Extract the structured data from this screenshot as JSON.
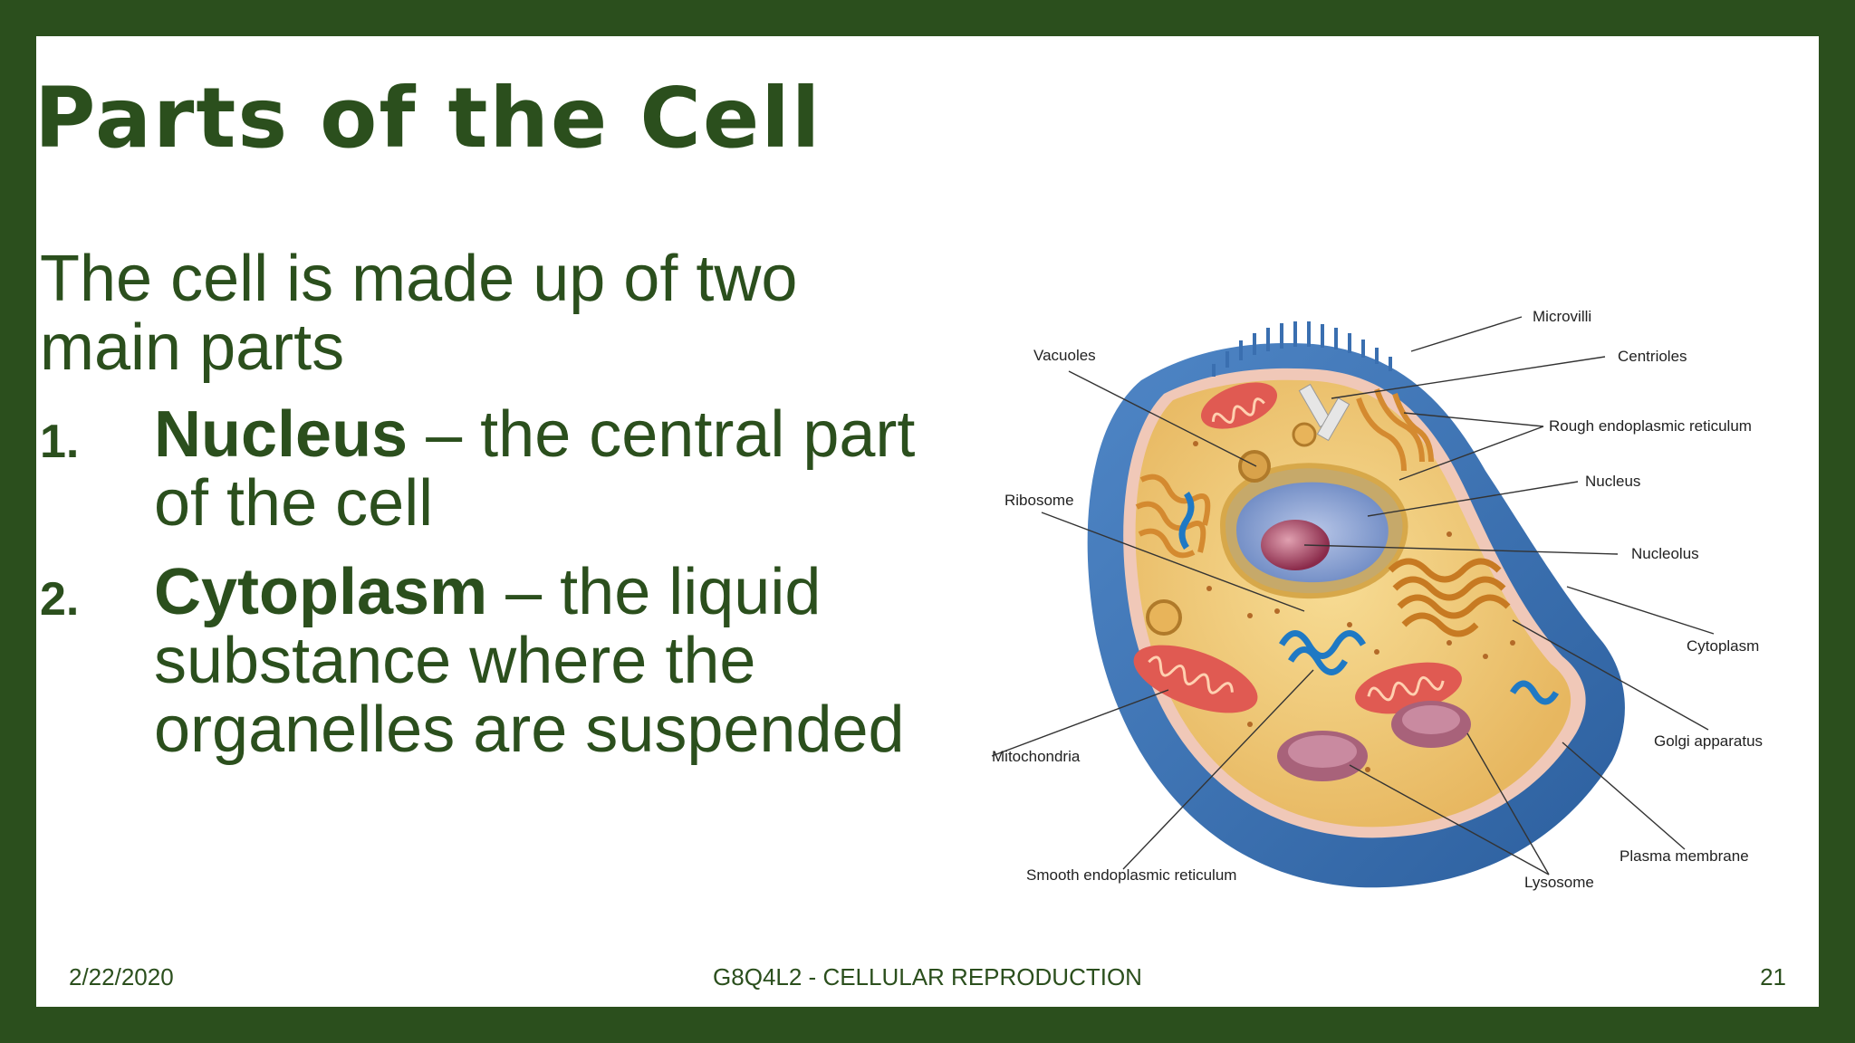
{
  "slide": {
    "title": "Parts of the Cell",
    "intro": "The cell is made up of two main parts",
    "items": [
      {
        "number": "1.",
        "term": "Nucleus",
        "description": " – the central part of the cell"
      },
      {
        "number": "2.",
        "term": "Cytoplasm",
        "description": " – the liquid substance where the organelles are suspended"
      }
    ]
  },
  "diagram": {
    "labels": {
      "microvilli": "Microvilli",
      "centrioles": "Centrioles",
      "rough_er": "Rough endoplasmic reticulum",
      "nucleus": "Nucleus",
      "nucleolus": "Nucleolus",
      "cytoplasm": "Cytoplasm",
      "golgi": "Golgi apparatus",
      "plasma_membrane": "Plasma membrane",
      "lysosome": "Lysosome",
      "smooth_er": "Smooth endoplasmic reticulum",
      "mitochondria": "Mitochondria",
      "ribosome": "Ribosome",
      "vacuoles": "Vacuoles"
    }
  },
  "footer": {
    "date": "2/22/2020",
    "course": "G8Q4L2 - CELLULAR REPRODUCTION",
    "page_number": "21"
  },
  "colors": {
    "border": "#2b4f1d",
    "text": "#2b4f1d",
    "background": "#ffffff"
  }
}
